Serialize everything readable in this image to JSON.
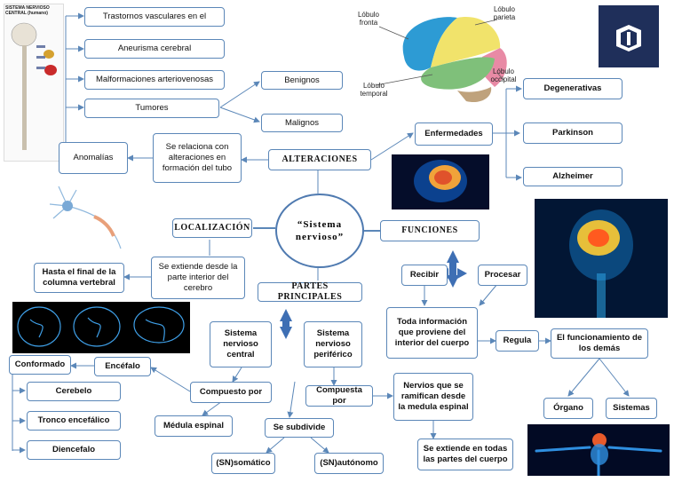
{
  "center": "“Sistema nervioso”",
  "alteraciones": {
    "title": "ALTERACIONES",
    "relation": "Se relaciona con alteraciones en formación del tubo",
    "anomalias": "Anomalías",
    "items": [
      "Trastornos vasculares en el",
      "Aneurisma cerebral",
      "Malformaciones arteriovenosas",
      "Tumores"
    ],
    "tumores": [
      "Benignos",
      "Malignos"
    ],
    "enfermedades": "Enfermedades",
    "diseases": [
      "Degenerativas",
      "Parkinson",
      "Alzheimer"
    ]
  },
  "localizacion": {
    "title": "LOCALIZACIÓN",
    "desc": "Se extiende desde la parte interior del cerebro",
    "end": "Hasta el final de la columna vertebral"
  },
  "funciones": {
    "title": "FUNCIONES",
    "recibir": "Recibir",
    "procesar": "Procesar",
    "info": "Toda información que proviene del interior del cuerpo",
    "regula": "Regula",
    "funcionamiento": "El funcionamiento de los demás",
    "organo": "Órgano",
    "sistemas": "Sistemas"
  },
  "partes": {
    "title": "PARTES PRINCIPALES",
    "central": "Sistema nervioso central",
    "periferico": "Sistema nervioso periférico",
    "compuesto": "Compuesto por",
    "encefalo": "Encéfalo",
    "conformado": "Conformado",
    "encefalo_parts": [
      "Cerebelo",
      "Tronco encefálico",
      "Diencefalo"
    ],
    "medula": "Médula espinal",
    "compuesta": "Compuesta por",
    "nervios": "Nervios que se ramifican desde la medula espinal",
    "extiende": "Se extiende en todas las partes del cuerpo",
    "subdivide": "Se subdivide",
    "somatico": "(SN)somático",
    "autonomo": "(SN)autónomo"
  },
  "brain_labels": {
    "frontal": "Lóbulo fronta",
    "parietal": "Lóbulo parieta",
    "temporal": "Lóbulo temporal",
    "occipital": "Lóbulo occipital"
  },
  "anatomy_title": "SISTEMA NERVIOSO CENTRAL (humano)",
  "colors": {
    "line": "#5b87b8",
    "arrow": "#3e6fb4",
    "logo_bg": "#1f2f5a"
  }
}
